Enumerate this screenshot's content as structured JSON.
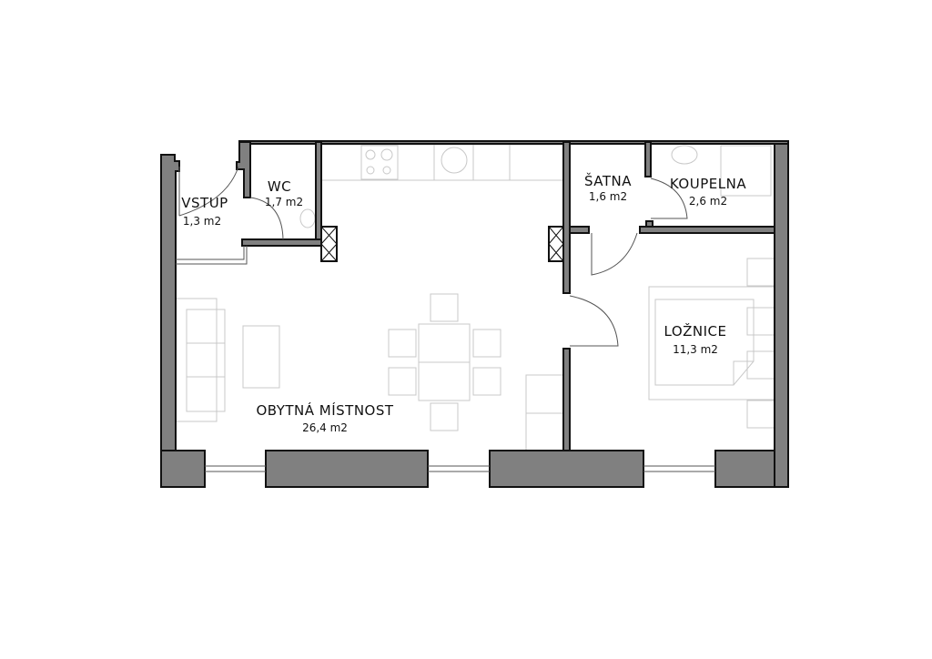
{
  "plan": {
    "colors": {
      "wall": "#808080",
      "outline": "#111111",
      "furniture": "#c8c8c8"
    },
    "rooms": [
      {
        "name": "VSTUP",
        "area": "1,3 m2"
      },
      {
        "name": "WC",
        "area": "1,7 m2"
      },
      {
        "name": "ŠATNA",
        "area": "1,6 m2"
      },
      {
        "name": "KOUPELNA",
        "area": "2,6 m2"
      },
      {
        "name": "LOŽNICE",
        "area": "11,3 m2"
      },
      {
        "name": "OBYTNÁ MÍSTNOST",
        "area": "26,4 m2"
      }
    ]
  }
}
